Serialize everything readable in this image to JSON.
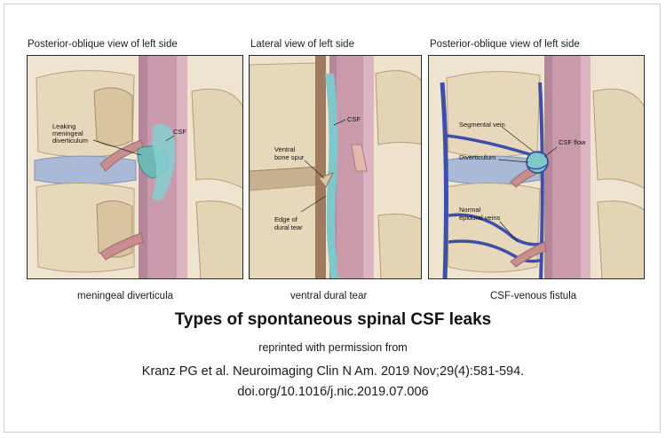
{
  "panels": [
    {
      "view_title": "Posterior-oblique view of left side",
      "caption": "meningeal diverticula",
      "labels": {
        "leaking": "Leaking",
        "meningeal": "meningeal",
        "diverticulum": "diverticulum",
        "csf": "CSF"
      }
    },
    {
      "view_title": "Lateral view of left side",
      "caption": "ventral dural tear",
      "labels": {
        "csf": "CSF",
        "ventral": "Ventral",
        "bone_spur": "bone spur",
        "edge_of": "Edge of",
        "dural_tear": "dural tear"
      }
    },
    {
      "view_title": "Posterior-oblique view of left side",
      "caption": "CSF-venous fistula",
      "labels": {
        "segmental_vein": "Segmental vein",
        "csf_flow": "CSF flow",
        "diverticulum": "Diverticulum",
        "normal": "Normal",
        "epidural_veins": "epidural veins"
      }
    }
  ],
  "title": "Types of spontaneous spinal CSF leaks",
  "reprinted": "reprinted with permission from",
  "citation": "Kranz PG et al. Neuroimaging Clin N Am. 2019 Nov;29(4):581-594.",
  "doi": "doi.org/10.1016/j.nic.2019.07.006",
  "colors": {
    "bone": "#e6d7b9",
    "bone_shadow": "#c9b48f",
    "disc": "#aebdd6",
    "dura": "#c99aaa",
    "csf": "#7fc7c9",
    "vein": "#3d4fa8",
    "nerve": "#c78d8f"
  }
}
